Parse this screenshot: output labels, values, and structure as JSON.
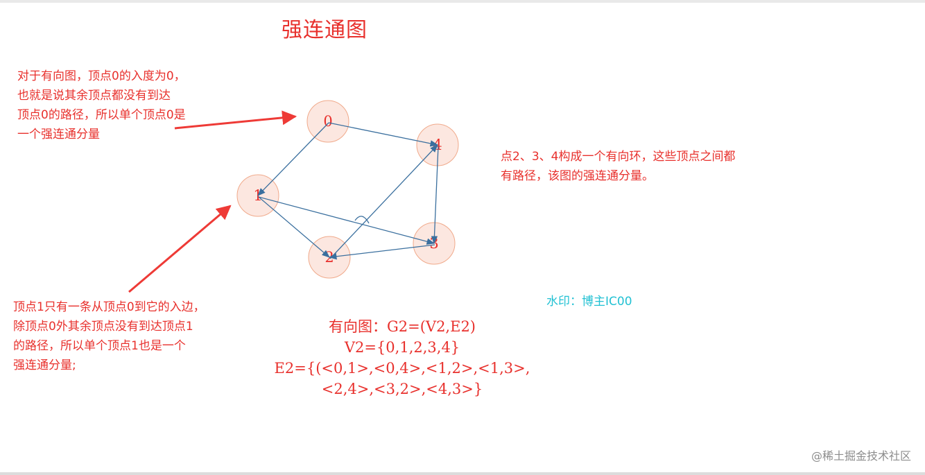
{
  "title": "强连通图",
  "notes": {
    "vertex0": [
      "对于有向图，顶点0的入度为0，",
      "也就是说其余顶点都没有到达",
      "顶点0的路径，所以单个顶点0是",
      "一个强连通分量"
    ],
    "vertex1": [
      "顶点1只有一条从顶点0到它的入边，",
      "除顶点0外其余顶点没有到达顶点1",
      "的路径，所以单个顶点1也是一个",
      "强连通分量;"
    ],
    "cycle": [
      "点2、3、4构成一个有向环，这些顶点之间都",
      "有路径，该图的强连通分量。"
    ]
  },
  "watermark": "水印：博主IC00",
  "formula": [
    "有向图：G2=(V2,E2)",
    "V2={0,1,2,3,4}",
    "E2={(<0,1>,<0,4>,<1,2>,<1,3>,",
    "<2,4>,<3,2>,<4,3>}"
  ],
  "footer": "@稀土掘金技术社区",
  "graph": {
    "nodes": [
      {
        "id": "0",
        "label": "0"
      },
      {
        "id": "1",
        "label": "1"
      },
      {
        "id": "2",
        "label": "2"
      },
      {
        "id": "3",
        "label": "3"
      },
      {
        "id": "4",
        "label": "4"
      }
    ],
    "edges": [
      {
        "from": "0",
        "to": "1"
      },
      {
        "from": "0",
        "to": "4"
      },
      {
        "from": "1",
        "to": "2"
      },
      {
        "from": "1",
        "to": "3"
      },
      {
        "from": "2",
        "to": "4"
      },
      {
        "from": "3",
        "to": "2"
      },
      {
        "from": "4",
        "to": "3"
      }
    ]
  },
  "colors": {
    "text_red": "#e8302c",
    "edge_blue": "#3a6f9e",
    "node_fill": "#fbe3da",
    "node_stroke": "#f0a98a",
    "watermark_cyan": "#22c1d3",
    "callout_red": "#ee3a36"
  }
}
